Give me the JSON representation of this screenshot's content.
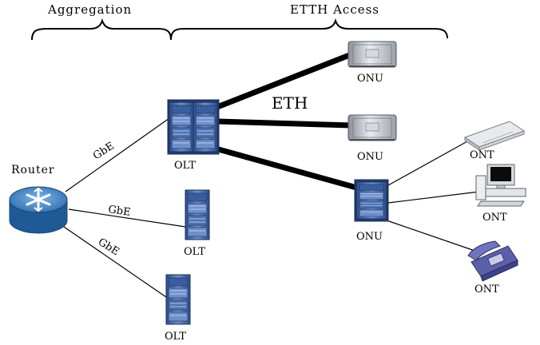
{
  "sections": {
    "aggregation": "Aggregation",
    "etth_access": "ETTH Access"
  },
  "nodes": {
    "router": "Router",
    "olt_top": "OLT",
    "olt_middle": "OLT",
    "olt_bottom": "OLT",
    "onu_top": "ONU",
    "onu_middle": "ONU",
    "onu_bottom": "ONU",
    "ont_dsl_modem": "ONT",
    "ont_computer": "ONT",
    "ont_phone": "ONT"
  },
  "links": {
    "gbe_1": "GbE",
    "gbe_2": "GbE",
    "gbe_3": "GbE",
    "eth": "ETH"
  },
  "colors": {
    "router_blue": "#2f6fb0",
    "olt_blue": "#4a6fb0",
    "onu_gray": "#c8ccd2",
    "phone_purple": "#5a5fa8"
  },
  "icons": [
    "router-icon",
    "olt-rack-icon",
    "onu-box-icon",
    "modem-icon",
    "computer-icon",
    "telephone-icon"
  ]
}
